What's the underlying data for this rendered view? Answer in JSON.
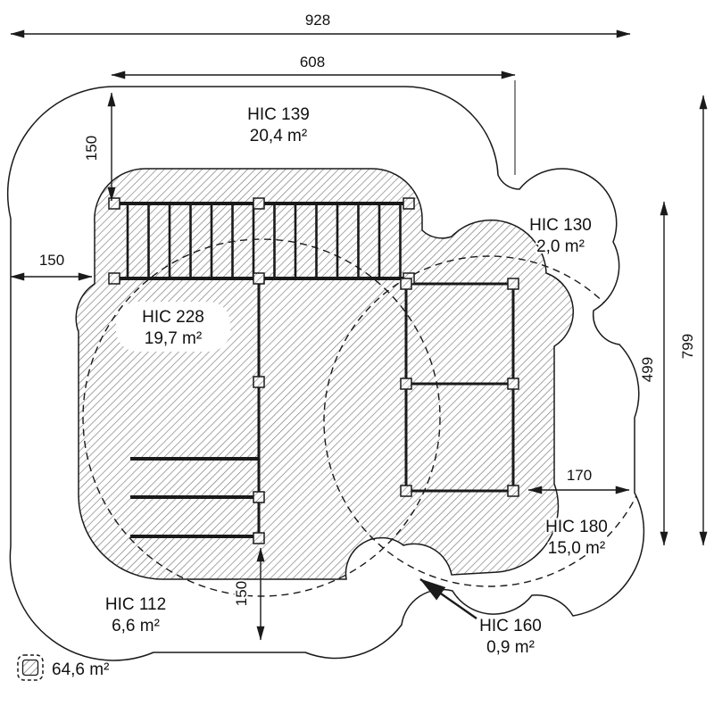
{
  "colors": {
    "line": "#1a1a1a",
    "hatch": "#787878",
    "background": "#ffffff"
  },
  "dimensions": {
    "overall_width": "928",
    "structure_width": "608",
    "offset_top_left": "150",
    "offset_left": "150",
    "overall_height": "799",
    "structure_height": "499",
    "offset_right": "170",
    "offset_bottom": "150"
  },
  "zones": {
    "hic139": {
      "label": "HIC 139",
      "area": "20,4 m²"
    },
    "hic130": {
      "label": "HIC 130",
      "area": "2,0 m²"
    },
    "hic228": {
      "label": "HIC 228",
      "area": "19,7 m²"
    },
    "hic180": {
      "label": "HIC 180",
      "area": "15,0 m²"
    },
    "hic112": {
      "label": "HIC 112",
      "area": "6,6 m²"
    },
    "hic160": {
      "label": "HIC 160",
      "area": "0,9 m²"
    }
  },
  "legend": {
    "total_area": "64,6 m²"
  }
}
